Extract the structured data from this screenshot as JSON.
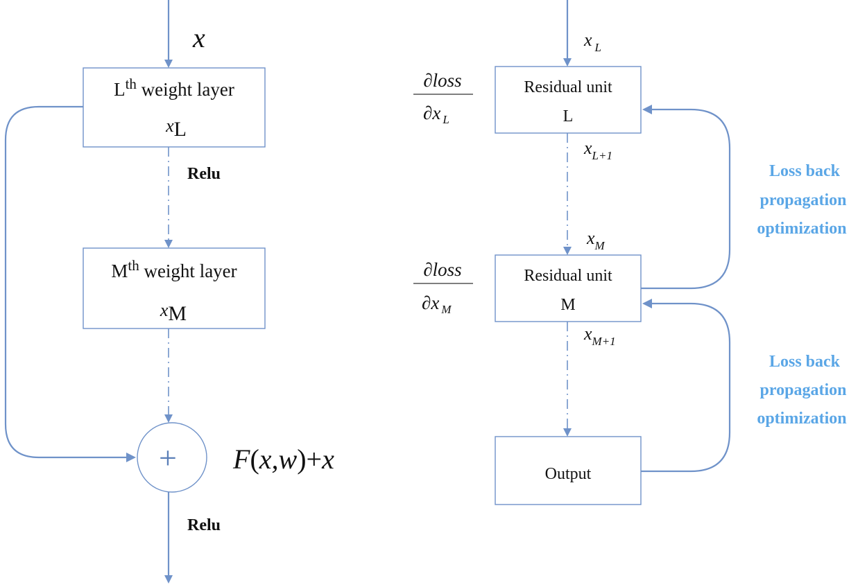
{
  "left": {
    "input_label": "x",
    "layer_l": {
      "prefix": "L",
      "sup": "th",
      "suffix": " weight layer",
      "var": "x",
      "sub": "L"
    },
    "relu_top": "Relu",
    "layer_m": {
      "prefix": "M",
      "sup": "th",
      "suffix": " weight layer",
      "var": "x",
      "sub": "M"
    },
    "sum_symbol": "+",
    "formula": {
      "f": "F",
      "paren_open": "(",
      "args": "x,w",
      "paren_close": ")",
      "plus": "+",
      "x": "x"
    },
    "relu_bottom": "Relu"
  },
  "right": {
    "x_l": {
      "var": "x",
      "sub": "L"
    },
    "grad_l": {
      "numerator": "∂loss",
      "denominator_var": "∂x",
      "denominator_sub": "L"
    },
    "unit_l": {
      "line1": "Residual unit",
      "line2": "L"
    },
    "x_l1": {
      "var": "x",
      "sub": "L+1"
    },
    "x_m": {
      "var": "x",
      "sub": "M"
    },
    "grad_m": {
      "numerator": "∂loss",
      "denominator_var": "∂x",
      "denominator_sub": "M"
    },
    "unit_m": {
      "line1": "Residual unit",
      "line2": "M"
    },
    "x_m1": {
      "var": "x",
      "sub": "M+1"
    },
    "output": "Output",
    "loss_top": {
      "line1": "Loss back",
      "line2": "propagation",
      "line3": "optimization"
    },
    "loss_bottom": {
      "line1": "Loss back",
      "line2": "propagation",
      "line3": "optimization"
    }
  },
  "colors": {
    "line": "#6f92c9",
    "accent_text": "#5aa6e6",
    "text": "#111111"
  }
}
